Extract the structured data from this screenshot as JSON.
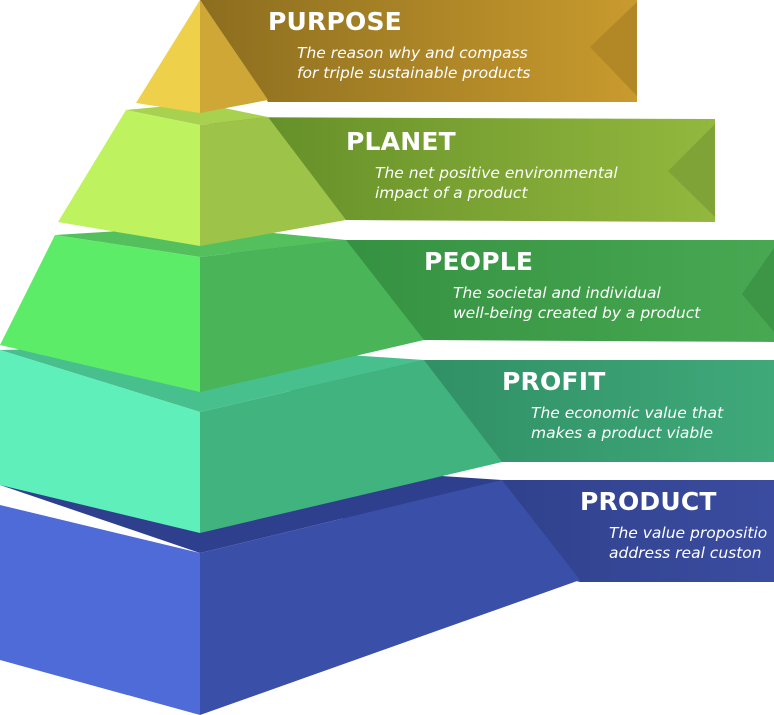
{
  "colors": {
    "background": "#ffffff",
    "text": "#ffffff"
  },
  "levels": [
    {
      "title": "PURPOSE",
      "desc_line1": "The reason why and compass",
      "desc_line2": "for triple sustainable products",
      "colors": {
        "left": "#EFD04A",
        "right": "#CFA737",
        "top": "#E3C247",
        "banner_start": "#8C6E1F",
        "banner_end": "#C99A2E",
        "notch": "#B28725"
      }
    },
    {
      "title": "PLANET",
      "desc_line1": "The net positive environmental",
      "desc_line2": "impact of a product",
      "colors": {
        "left": "#BEF25E",
        "right": "#9DC448",
        "top": "#A9D150",
        "banner_start": "#5F8A26",
        "banner_end": "#93B83E",
        "notch": "#7FA336"
      }
    },
    {
      "title": "PEOPLE",
      "desc_line1": "The societal and individual",
      "desc_line2": "well-being created by a product",
      "colors": {
        "left": "#5CEC68",
        "right": "#49B458",
        "top": "#53C05D",
        "banner_start": "#2F8A3C",
        "banner_end": "#48A852",
        "notch": "#3C9646"
      }
    },
    {
      "title": "PROFIT",
      "desc_line1": "The economic value that",
      "desc_line2": "makes a product viable",
      "colors": {
        "left": "#5EEFBA",
        "right": "#40B37F",
        "top": "#48C08E",
        "banner_start": "#277F59",
        "banner_end": "#3FA97A",
        "notch": "#34946B"
      }
    },
    {
      "title": "PRODUCT",
      "desc_line1": "The value propositio",
      "desc_line2": "address real custon",
      "colors": {
        "left": "#4E6BD8",
        "right": "#3A4FA8",
        "top": "#2E3F8E",
        "banner_start": "#233577",
        "banner_end": "#3B4CA0",
        "notch": "#2F418F"
      }
    }
  ]
}
